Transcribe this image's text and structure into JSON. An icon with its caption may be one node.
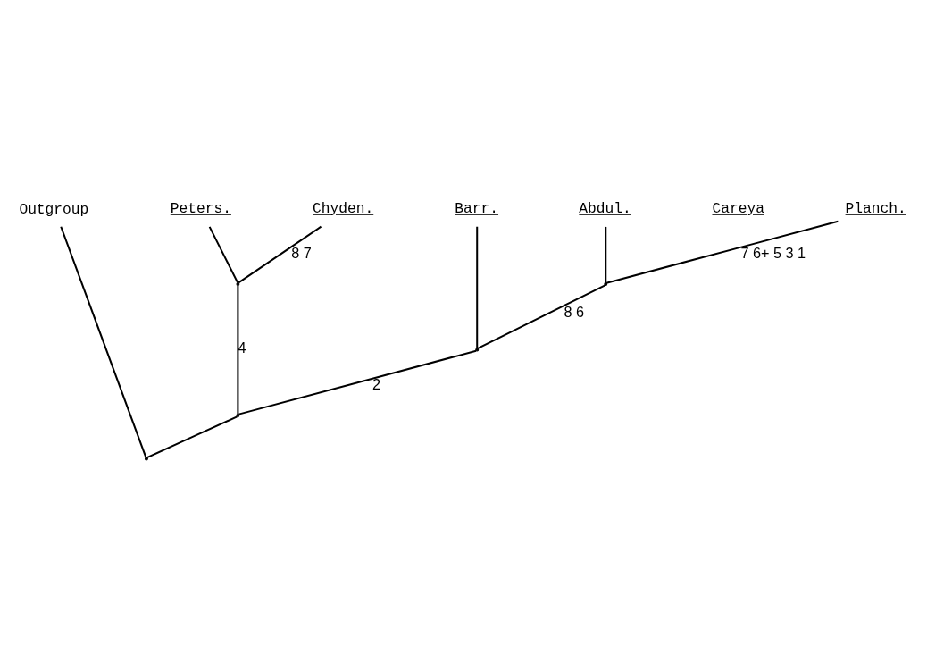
{
  "diagram": {
    "nodes": [
      {
        "text": [
          "Outgroup"
        ]
      },
      {
        "text": [
          "Peters."
        ]
      },
      {
        "text": [
          "Chyden."
        ]
      },
      {
        "text": [
          "Barr."
        ]
      },
      {
        "text": [
          "Abdul."
        ]
      },
      {
        "text": [
          "Careya"
        ]
      },
      {
        "text": [
          "Planch."
        ]
      },
      {
        "text": [],
        "shape": "point"
      },
      {
        "text": [],
        "shape": "point"
      },
      {
        "text": [],
        "shape": "point"
      },
      {
        "text": [],
        "shape": "point"
      },
      {
        "text": [],
        "shape": "point"
      }
    ],
    "edges": [
      {
        "from": 7,
        "to": 0,
        "arrow": "none"
      },
      {
        "from": 7,
        "to": 8,
        "arrow": "none"
      },
      {
        "from": 8,
        "to": 9,
        "arrow": "none",
        "label": "4"
      },
      {
        "from": 9,
        "to": 1,
        "arrow": "none"
      },
      {
        "from": 9,
        "to": 2,
        "arrow": "none",
        "label": "8 7"
      },
      {
        "from": 8,
        "to": 10,
        "arrow": "none",
        "label": "2"
      },
      {
        "from": 10,
        "to": 3,
        "arrow": "none"
      },
      {
        "from": 10,
        "to": 11,
        "arrow": "none",
        "label": "8 6"
      },
      {
        "from": 11,
        "to": 4,
        "arrow": "none"
      },
      {
        "from": 11,
        "to": 6,
        "arrow": "none",
        "label": "7 6+ 5 3 1"
      }
    ]
  }
}
